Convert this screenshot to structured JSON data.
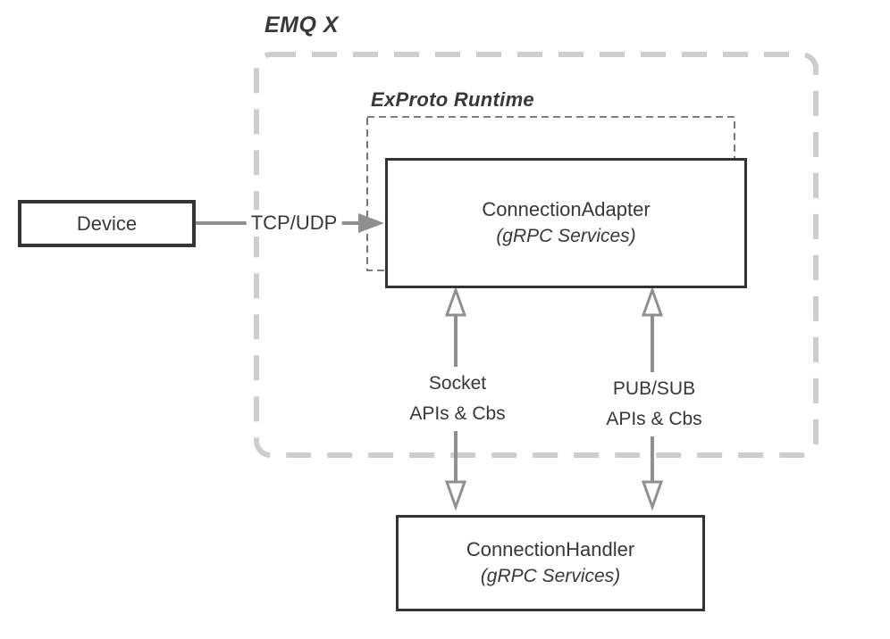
{
  "diagram": {
    "title": "EMQ X",
    "runtime_label": "ExProto Runtime",
    "nodes": {
      "device": {
        "label": "Device"
      },
      "adapter": {
        "title": "ConnectionAdapter",
        "subtitle": "(gRPC Services)"
      },
      "handler": {
        "title": "ConnectionHandler",
        "subtitle": "(gRPC Services)"
      }
    },
    "edges": {
      "tcp_udp": {
        "label": "TCP/UDP"
      },
      "socket": {
        "line1": "Socket",
        "line2": "APIs & Cbs"
      },
      "pubsub": {
        "line1": "PUB/SUB",
        "line2": "APIs & Cbs"
      }
    },
    "colors": {
      "background": "#ffffff",
      "box_border": "#333333",
      "text": "#383838",
      "arrow": "#909090",
      "outer_dash": "#cdcdcd",
      "inner_dash": "#555555"
    }
  }
}
